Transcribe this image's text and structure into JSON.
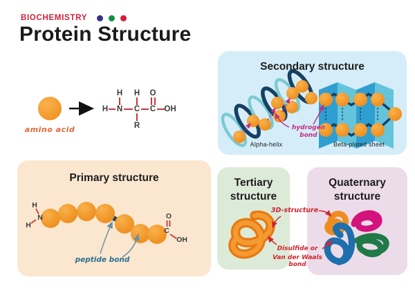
{
  "header": {
    "kicker": "BIOCHEMISTRY",
    "title": "Protein Structure",
    "dot_colors": [
      "#34318e",
      "#11904a",
      "#d21f3c"
    ]
  },
  "amino_acid": {
    "label": "amino acid",
    "atoms": {
      "h_top1": "H",
      "h_top2": "H",
      "o": "O",
      "h_left": "H",
      "n": "N",
      "c1": "C",
      "c2": "C",
      "oh": "OH",
      "r": "R"
    }
  },
  "primary": {
    "title": "Primary structure",
    "bond_label": "peptide bond",
    "atoms": {
      "h_top": "H",
      "h_bottom": "H",
      "n": "N",
      "o": "O",
      "c": "C",
      "oh": "OH"
    }
  },
  "secondary": {
    "title": "Secondary structure",
    "bond_label_line1": "hydrogen",
    "bond_label_line2": "bond",
    "alpha_caption": "Alpha-helix",
    "beta_caption": "Beta-plated sheet"
  },
  "tertiary": {
    "title_line1": "Tertiary",
    "title_line2": "structure"
  },
  "quaternary": {
    "title_line1": "Quaternary",
    "title_line2": "structure"
  },
  "annotations": {
    "three_d": "3D-structure",
    "disulfide_line1": "Disulfide or",
    "disulfide_line2": "Van der Waals bond"
  },
  "colors": {
    "accent_red": "#cf2038",
    "orange": "#f49b2c",
    "navy": "#164063",
    "helix_teal": "#7bcbd3",
    "sheet_dark": "#2f9fd2",
    "sheet_light": "#63c4dc",
    "magenta": "#c12e86",
    "bond_red": "#c9363c",
    "label_orange": "#e2683a",
    "label_teal": "#2d7291",
    "panel_secondary": "#d5edf8",
    "panel_primary": "#fbe7d0",
    "panel_tertiary": "#dcead8",
    "panel_quaternary": "#ecdcea",
    "blob_orange": "#ef8c1f",
    "blob_magenta": "#d4127c",
    "blob_blue": "#1d6fad",
    "blob_green": "#1f7a48"
  }
}
